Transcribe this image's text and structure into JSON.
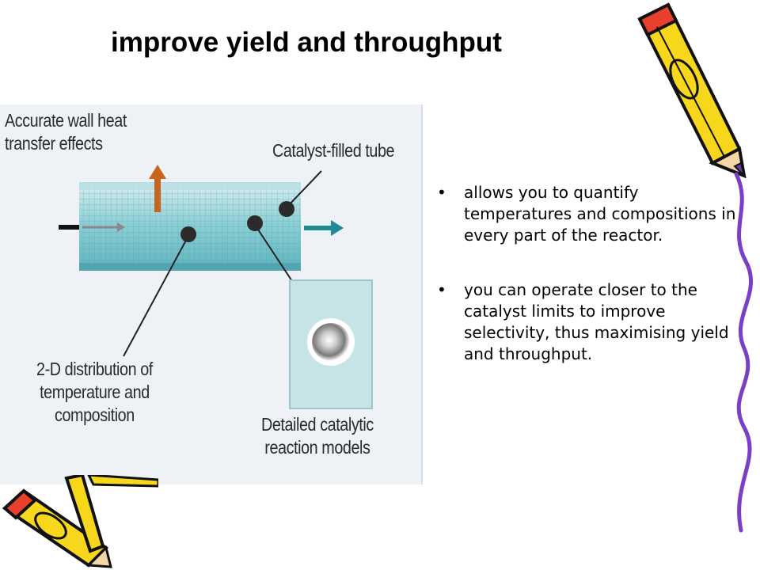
{
  "title": "improve yield and throughput",
  "diagram": {
    "label_wall": [
      "Accurate wall heat",
      "transfer effects"
    ],
    "label_tube": "Catalyst-filled tube",
    "label_distribution": [
      "2-D distribution of",
      "temperature and",
      "composition"
    ],
    "label_models": [
      "Detailed catalytic",
      "reaction models"
    ]
  },
  "bullets": [
    " allows you to quantify temperatures and compositions in every part of the reactor.",
    "you can operate closer to the catalyst limits to improve selectivity, thus maximising yield and throughput."
  ],
  "bullet_symbol": "•",
  "colors": {
    "tube": "#8fcfd6",
    "heat_arrow": "#c8641e",
    "flow_arrow": "#1f8a93",
    "pencil_body": "#f7d71c",
    "pencil_tip": "#e8402c"
  }
}
